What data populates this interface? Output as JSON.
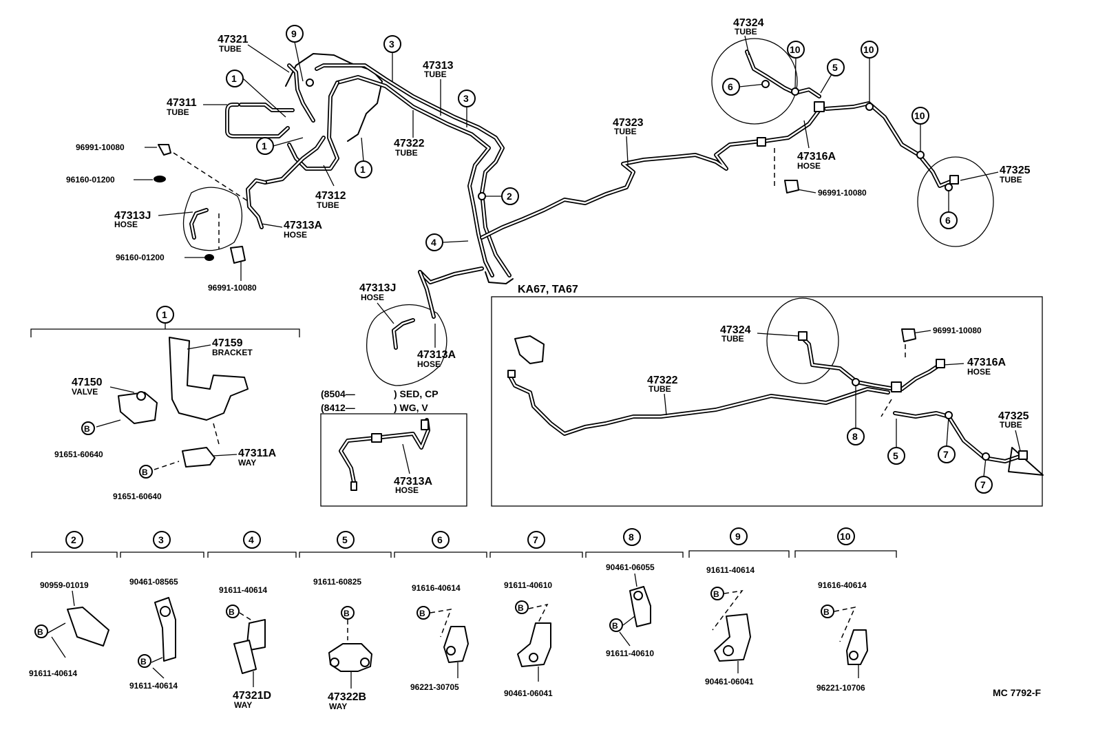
{
  "labels": {
    "t47321": "47321",
    "t47321s": "TUBE",
    "t47311": "47311",
    "t47311s": "TUBE",
    "p96991a": "96991-10080",
    "p96160a": "96160-01200",
    "t47313j1": "47313J",
    "t47313j1s": "HOSE",
    "t47313a1": "47313A",
    "t47313a1s": "HOSE",
    "p96160b": "96160-01200",
    "p96991b": "96991-10080",
    "t47312": "47312",
    "t47312s": "TUBE",
    "t47313": "47313",
    "t47313s": "TUBE",
    "t47322a": "47322",
    "t47322as": "TUBE",
    "t47323": "47323",
    "t47323s": "TUBE",
    "t47324a": "47324",
    "t47324as": "TUBE",
    "t47316a1": "47316A",
    "t47316a1s": "HOSE",
    "p96991c": "96991-10080",
    "t47325a": "47325",
    "t47325as": "TUBE",
    "t47313j2": "47313J",
    "t47313j2s": "HOSE",
    "t47313a2": "47313A",
    "t47313a2s": "HOSE",
    "variant1_code": "(8504—",
    "variant1_text": ") SED, CP",
    "variant2_code": "(8412—",
    "variant2_text": ") WG, V",
    "t47313a3": "47313A",
    "t47313a3s": "HOSE",
    "model_label": "KA67, TA67",
    "t47324b": "47324",
    "t47324bs": "TUBE",
    "t47322b": "47322",
    "t47322bs": "TUBE",
    "p96991d": "96991-10080",
    "t47316a2": "47316A",
    "t47316a2s": "HOSE",
    "t47325b": "47325",
    "t47325bs": "TUBE",
    "d1_47159": "47159",
    "d1_bracket": "BRACKET",
    "d1_47150": "47150",
    "d1_valve": "VALVE",
    "d1_91651a": "91651-60640",
    "d1_47311a": "47311A",
    "d1_way": "WAY",
    "d1_91651b": "91651-60640",
    "d2_a": "90959-01019",
    "d2_b": "91611-40614",
    "d3_a": "90461-08565",
    "d3_b": "91611-40614",
    "d4_a": "91611-40614",
    "d4_b": "47321D",
    "d4_bs": "WAY",
    "d5_a": "91611-60825",
    "d5_b": "47322B",
    "d5_bs": "WAY",
    "d6_a": "91616-40614",
    "d6_b": "96221-30705",
    "d7_a": "91611-40610",
    "d7_b": "90461-06041",
    "d8_a": "90461-06055",
    "d8_b": "91611-40610",
    "d9_a": "91611-40614",
    "d9_b": "90461-06041",
    "d10_a": "91616-40614",
    "d10_b": "96221-10706",
    "footer_code": "MC  7792-F"
  },
  "callouts": {
    "c1": "1",
    "c2": "2",
    "c3": "3",
    "c4": "4",
    "c5": "5",
    "c6": "6",
    "c7": "7",
    "c8": "8",
    "c9": "9",
    "c10": "10",
    "b": "B"
  }
}
